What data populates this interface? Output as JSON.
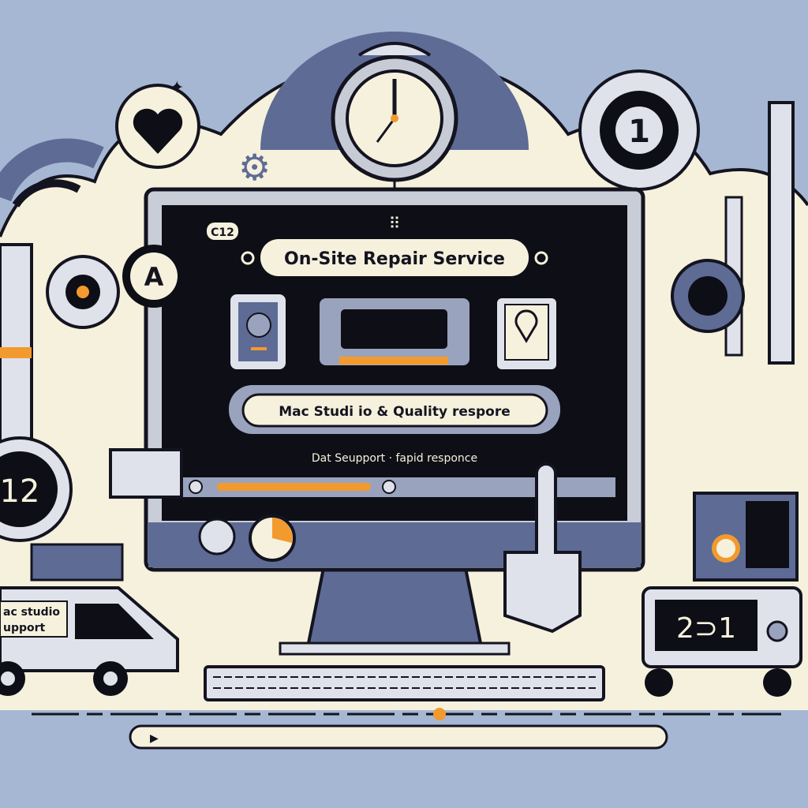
{
  "screen": {
    "corner_label": "C12",
    "title": "On-Site Repair Service",
    "subtitle": "Mac Studi io & Quality respore",
    "tagline": "Dat Seupport · fapid responce"
  },
  "van": {
    "line1": "ac studio",
    "line2": "upport"
  },
  "badges": {
    "left_clock": "12",
    "right_badge": "1",
    "right_display": "2⊃1"
  },
  "colors": {
    "background": "#a6b7d4",
    "cream": "#f6f1dc",
    "dark": "#0e0e16",
    "accent": "#f29a2e",
    "slate": "#5d6b95"
  }
}
